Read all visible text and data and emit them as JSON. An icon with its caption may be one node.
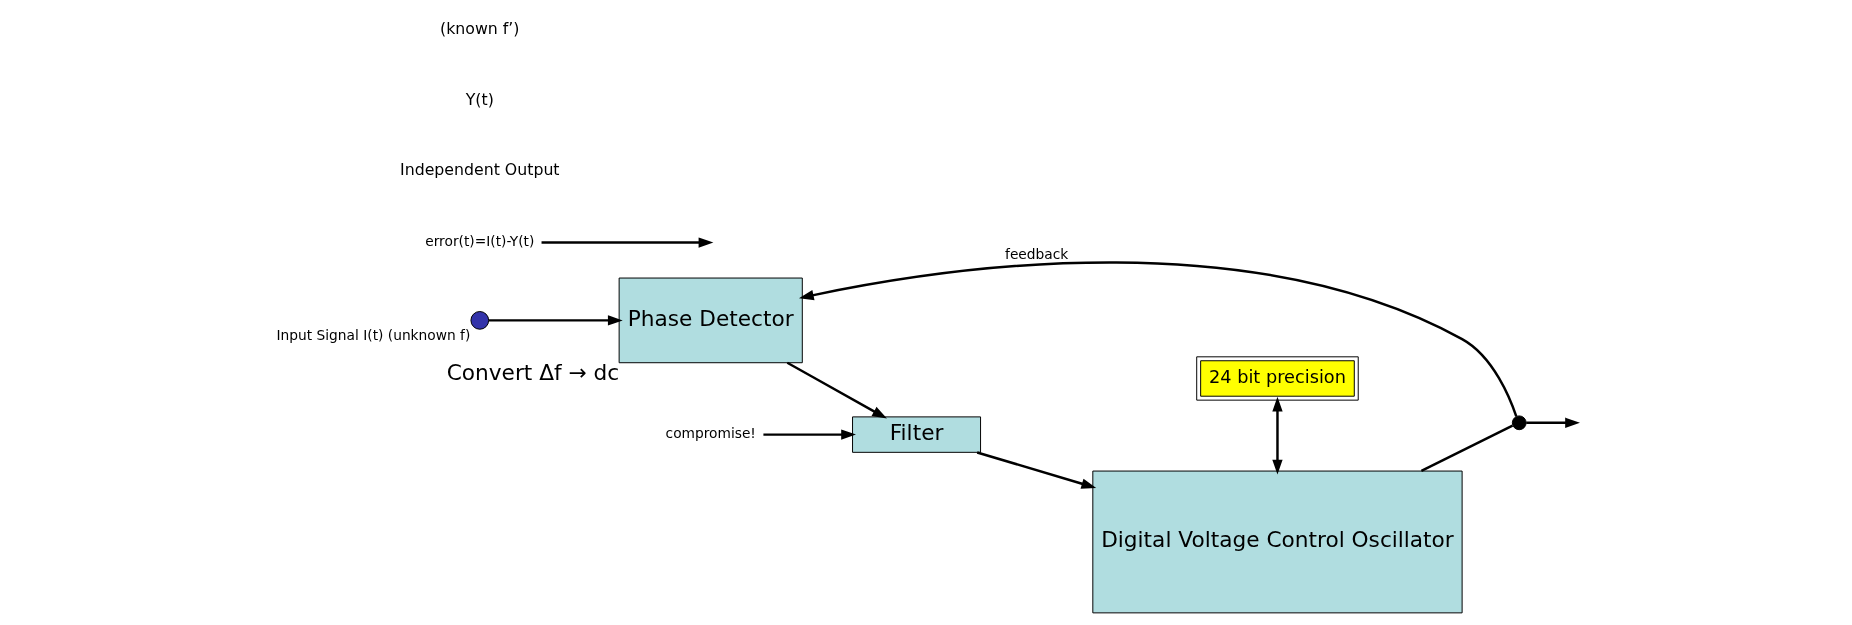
{
  "diagram": {
    "nodes": [
      {
        "text": [],
        "shape": "circle",
        "beside": [
          "Input Signal I(t) (unknown f)"
        ]
      },
      {
        "text": [
          "Phase Detector"
        ],
        "beside": [
          "Convert Δf → dc"
        ]
      },
      {
        "text": [
          "Filter"
        ]
      },
      {
        "text": [
          "Digital Voltage Control Oscillator"
        ]
      },
      {
        "text": [
          "24 bit precision"
        ]
      },
      {
        "text": [],
        "shape": "circle"
      },
      {
        "text": [
          "error(t)=I(t)-Y(t)"
        ]
      },
      {
        "text": [
          "compromise!"
        ]
      }
    ],
    "edges": [
      {
        "from": 0,
        "to": 1,
        "arrow": "to"
      },
      {
        "from": 1,
        "to": 2,
        "arrow": "to"
      },
      {
        "from": 2,
        "to": 3,
        "arrow": "to"
      },
      {
        "from": 3,
        "to": 5,
        "arrow": "none"
      },
      {
        "from": 5,
        "to": null,
        "arrow": "to"
      },
      {
        "from": 5,
        "to": 1,
        "arrow": "to",
        "label": "feedback"
      },
      {
        "from": 4,
        "to": 3,
        "arrow": "both"
      },
      {
        "from": 6,
        "to": null,
        "arrow": "to"
      },
      {
        "from": 7,
        "to": 2,
        "arrow": "to"
      }
    ],
    "labels": [
      "Independent Output",
      "Y(t)",
      "(known f’)"
    ]
  }
}
